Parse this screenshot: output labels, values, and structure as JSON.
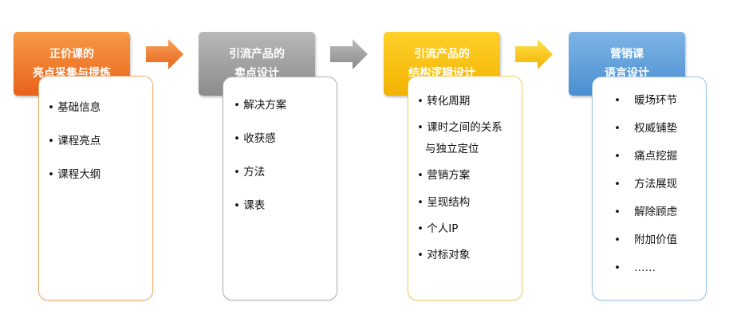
{
  "stages": [
    {
      "title_line1": "正价课的",
      "title_line2": "亮点采集与提炼",
      "color_top": "#f79a45",
      "color_bottom": "#e8621a",
      "border": "#f0a868",
      "items": [
        "基础信息",
        "课程亮点",
        "课程大纲"
      ]
    },
    {
      "title_line1": "引流产品的",
      "title_line2": "卖点设计",
      "color_top": "#b8b8b8",
      "color_bottom": "#8c8c8c",
      "border": "#b0b0b0",
      "items": [
        "解决方案",
        "收获感",
        "方法",
        "课表"
      ]
    },
    {
      "title_line1": "引流产品的",
      "title_line2": "结构逻辑设计",
      "color_top": "#ffd02a",
      "color_bottom": "#f2b300",
      "border": "#f5cf5a",
      "items": [
        "转化周期",
        "课时之间的关系",
        "与独立定位",
        "营销方案",
        "呈现结构",
        "个人IP",
        "对标对象"
      ]
    },
    {
      "title_line1": "营销课",
      "title_line2": "语言设计",
      "color_top": "#7fb4e6",
      "color_bottom": "#4a8fd1",
      "border": "#9cc3e8",
      "items": [
        "暖场环节",
        "权威铺垫",
        "痛点挖掘",
        "方法展现",
        "解除顾虑",
        "附加价值",
        "……"
      ]
    }
  ],
  "arrows": [
    {
      "color_top": "#f7a35a",
      "color_bottom": "#e8621a"
    },
    {
      "color_top": "#bcbcbc",
      "color_bottom": "#8a8a8a"
    },
    {
      "color_top": "#ffe04a",
      "color_bottom": "#f2b300"
    }
  ]
}
